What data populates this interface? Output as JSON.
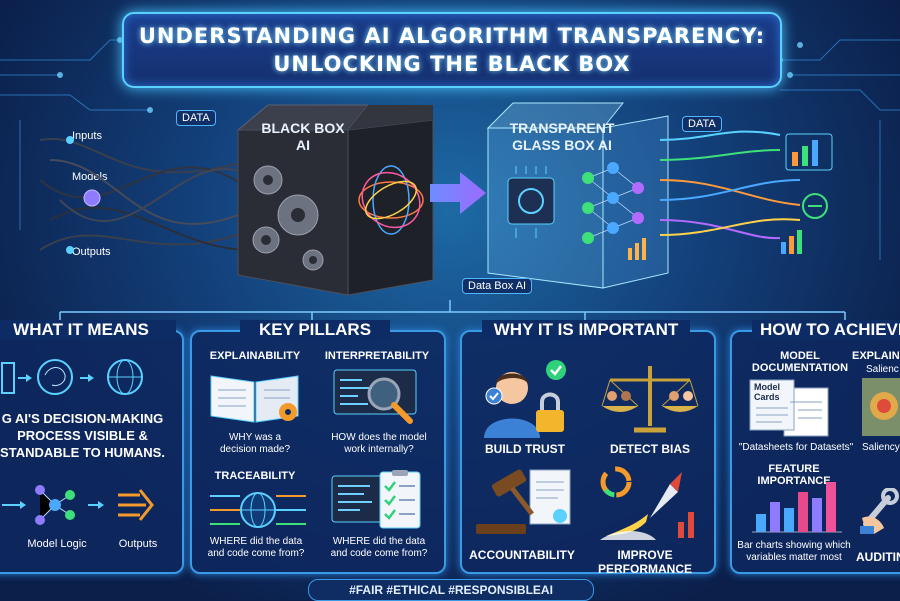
{
  "title": {
    "line1": "UNDERSTANDING AI ALGORITHM TRANSPARENCY:",
    "line2": "UNLOCKING THE BLACK BOX"
  },
  "diagram": {
    "left_labels": [
      "Inputs",
      "Models",
      "Outputs"
    ],
    "data_left": "DATA",
    "data_right": "DATA",
    "black_box": {
      "line1": "BLACK BOX",
      "line2": "AI"
    },
    "glass_box": {
      "line1": "TRANSPARENT",
      "line2": "GLASS BOX AI"
    },
    "glass_caption": "Data Box AI"
  },
  "panels": {
    "what": {
      "title": "WHAT IT MEANS",
      "text": [
        "G AI'S DECISION-MAKING",
        "PROCESS VISIBLE &",
        "STANDABLE TO HUMANS."
      ],
      "labels": [
        "Model Logic",
        "Outputs"
      ]
    },
    "pillars": {
      "title": "KEY PILLARS",
      "items": [
        {
          "heading": "EXPLAINABILITY",
          "line1": "WHY was a",
          "line2": "decision made?"
        },
        {
          "heading": "INTERPRETABILITY",
          "line1": "HOW does the model",
          "line2": "work internally?"
        },
        {
          "heading": "TRACEABILITY",
          "line1": "WHERE did the data",
          "line2": "and code come from?"
        },
        {
          "heading": "",
          "line1": "WHERE did the data",
          "line2": "and code come from?"
        }
      ]
    },
    "why": {
      "title": "WHY IT IS IMPORTANT",
      "items": [
        "BUILD TRUST",
        "DETECT BIAS",
        "ACCOUNTABILITY",
        "IMPROVE PERFORMANCE"
      ]
    },
    "how": {
      "title": "HOW TO ACHIEVE",
      "model_doc": [
        "MODEL",
        "DOCUMENTATION"
      ],
      "model_cards": [
        "Model",
        "Cards"
      ],
      "explaina": "EXPLAINA",
      "salienc": "Salienc",
      "datasheets": "\"Datasheets for Datasets\"",
      "saliency": "Saliency",
      "feature": "FEATURE IMPORTANCE",
      "bar_caption": [
        "Bar charts showing which",
        "variables matter most"
      ],
      "auditing": "AUDITING"
    }
  },
  "footer": "#FAIR  #ETHICAL  #RESPONSIBLEAI",
  "colors": {
    "accent": "#5ad1ff",
    "panel_border": "#3a9ae6",
    "orange": "#f39a2b",
    "green": "#2fd27a"
  }
}
